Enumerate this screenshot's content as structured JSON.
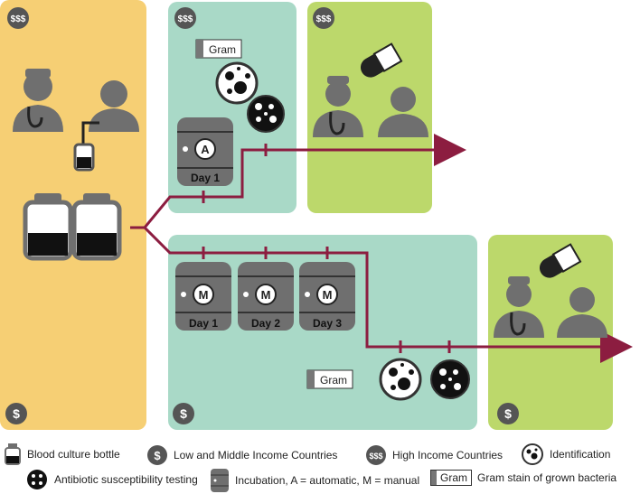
{
  "incubators": {
    "high_income": {
      "letter": "A",
      "day": "Day 1"
    },
    "low_income": [
      {
        "letter": "M",
        "day": "Day 1"
      },
      {
        "letter": "M",
        "day": "Day 2"
      },
      {
        "letter": "M",
        "day": "Day 3"
      }
    ]
  },
  "gram_label": "Gram",
  "icons": {
    "high_income": "$$$",
    "low_income": "$"
  },
  "colors": {
    "clinic_panel": "#f6cf74",
    "lab_panel": "#a9d9c7",
    "treatment_panel": "#bcd86b",
    "timeline_arrow": "#8c1d40",
    "icon_gray": "#6f6f6f"
  },
  "legend": {
    "blood_culture_bottle": "Blood culture bottle",
    "low_middle_income": "Low and Middle Income Countries",
    "high_income": "High Income Countries",
    "identification": "Identification",
    "ast": "Antibiotic susceptibility testing",
    "incubation": "Incubation, A = automatic, M = manual",
    "gram_box": "Gram",
    "gram_stain": "Gram stain of grown bacteria"
  }
}
